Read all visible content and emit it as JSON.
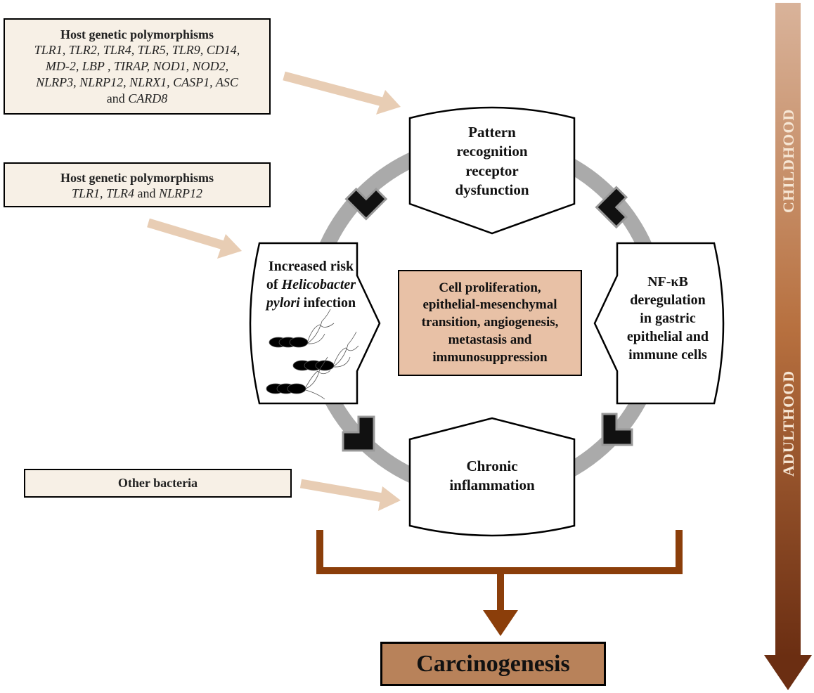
{
  "colors": {
    "ring": "#aaaaaa",
    "box_fill": "#f7f0e6",
    "pale_arrow": "#e8cdb4",
    "center_fill": "#e8c1a6",
    "bracket": "#8b3e0a",
    "carcinogenesis_fill": "#b8825a",
    "timeline_top": "#d9b39a",
    "timeline_bottom": "#6b2e12"
  },
  "factor_boxes": [
    {
      "title": "Host  genetic polymorphisms",
      "lines": [
        "TLR1, TLR2, TLR4, TLR5, TLR9, CD14,",
        "MD-2, LBP , TIRAP, NOD1, NOD2,",
        "NLRP3, NLRP12, NLRX1, CASP1, ASC"
      ],
      "last_line_prefix": "and",
      "last_line_gene": "CARD8"
    },
    {
      "title": "Host  genetic polymorphisms",
      "genes_a": "TLR1, TLR4",
      "conjunction": "and",
      "genes_b": "NLRP12"
    },
    {
      "title": "Other bacteria"
    }
  ],
  "nodes": {
    "prr": [
      "Pattern",
      "recognition",
      "receptor",
      "dysfunction"
    ],
    "hpylori": {
      "line1": "Increased risk",
      "line2_prefix": "of",
      "line2_italic": "Helicobacter",
      "line3_italic": "pylori",
      "line3_suffix": "infection"
    },
    "nfkb": [
      "NF-κB",
      "deregulation",
      "in gastric",
      "epithelial and",
      "immune cells"
    ],
    "inflammation": [
      "Chronic",
      "inflammation"
    ]
  },
  "center_lines": [
    "Cell proliferation,",
    "epithelial-mesenchymal",
    "transition, angiogenesis,",
    "metastasis and",
    "immunosuppression"
  ],
  "outcome": "Carcinogenesis",
  "timeline": {
    "top_label": "CHILDHOOD",
    "bottom_label": "ADULTHOOD"
  }
}
